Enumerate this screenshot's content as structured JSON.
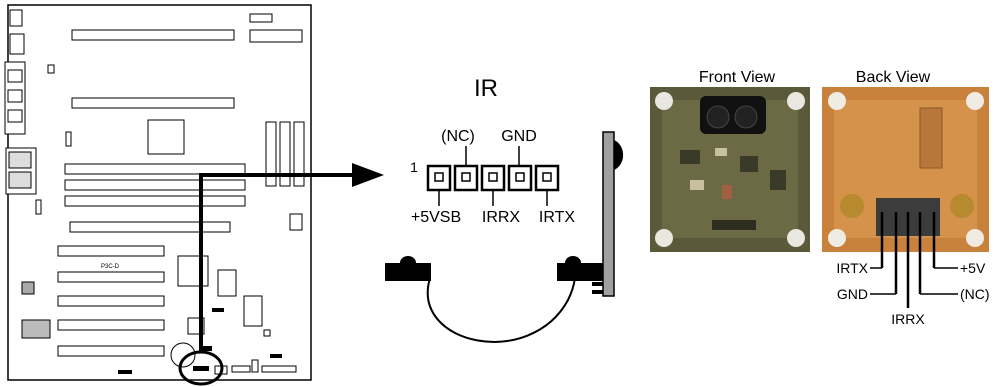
{
  "motherboard": {
    "model_label": "P3C-D"
  },
  "connector": {
    "title": "IR",
    "pin1_marker": "1",
    "top_labels": [
      "(NC)",
      "GND"
    ],
    "bottom_labels": [
      "+5VSB",
      "IRRX",
      "IRTX"
    ]
  },
  "front_view": {
    "caption": "Front View"
  },
  "back_view": {
    "caption": "Back View",
    "pin_labels": {
      "irtx": "IRTX",
      "gnd": "GND",
      "irrx": "IRRX",
      "nc": "(NC)",
      "plus5v": "+5V"
    }
  },
  "colors": {
    "line": "#000000",
    "board_outline": "#000000",
    "module_pcb_front": "#5a5a3a",
    "module_pcb_back": "#c8823c",
    "ir_bracket": "#a0a0a0"
  }
}
